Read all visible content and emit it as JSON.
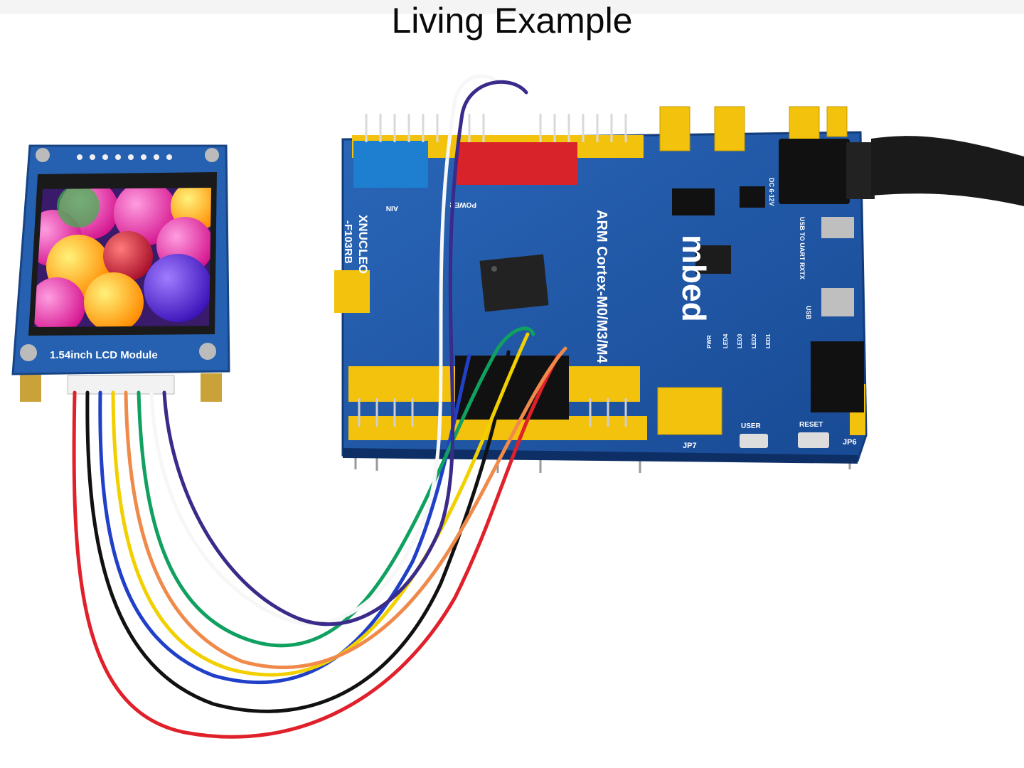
{
  "caption": "Living Example",
  "lcd_module": {
    "label": "1.54inch LCD Module"
  },
  "board": {
    "brand": "mbed",
    "cpu_line": "ARM Cortex-M0/M3/M4",
    "model": "XNUCLEO",
    "variant": "-F103RB",
    "power_header": "POWER",
    "analog_header": "AIN",
    "jumper_label": "JP7",
    "jumper_label_2": "JP6",
    "user_button": "USER",
    "reset_button": "RESET",
    "usb_label": "USB TO UART RXTX",
    "usb_label_2": "USB",
    "dc_label": "DC 6-12V",
    "led_labels": [
      "LED1",
      "LED2",
      "LED3",
      "LED4",
      "PWR"
    ]
  },
  "colors": {
    "pcb_blue": "#1f57a8",
    "header_yellow": "#f2c20c",
    "header_blue": "#1e7fd0",
    "header_red": "#d8232a"
  },
  "wires": [
    "red",
    "black",
    "blue",
    "yellow",
    "orange",
    "green",
    "white",
    "purple"
  ]
}
